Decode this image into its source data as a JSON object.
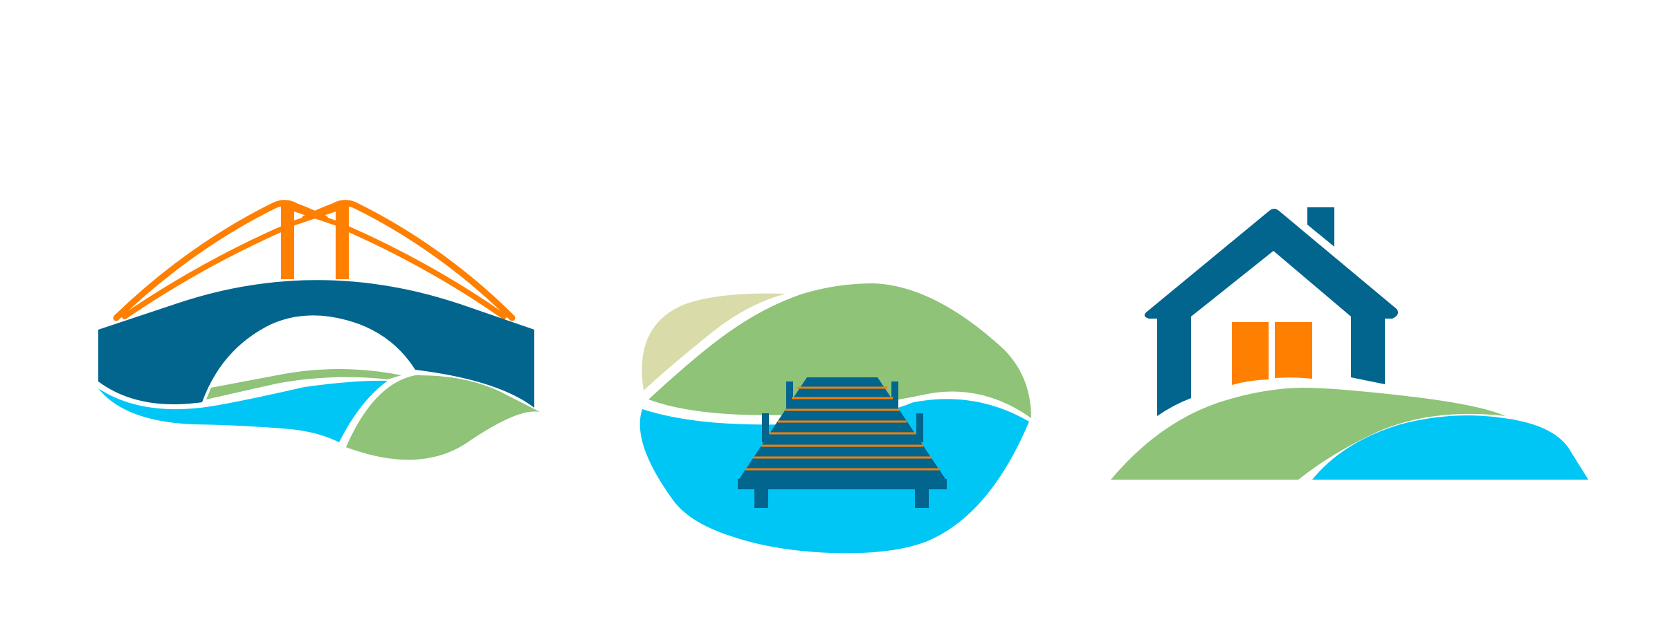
{
  "page": {
    "background": "#ffffff"
  },
  "colors": {
    "navy": "#01658e",
    "orange": "#ff7f00",
    "cyan": "#00c6f5",
    "green": "#8ec378",
    "sand": "#d9dba9",
    "white": "#ffffff"
  },
  "icons": [
    {
      "id": "bridge",
      "name": "bridge-over-river-icon"
    },
    {
      "id": "dock",
      "name": "dock-on-lake-icon"
    },
    {
      "id": "house",
      "name": "house-by-lake-icon"
    }
  ]
}
